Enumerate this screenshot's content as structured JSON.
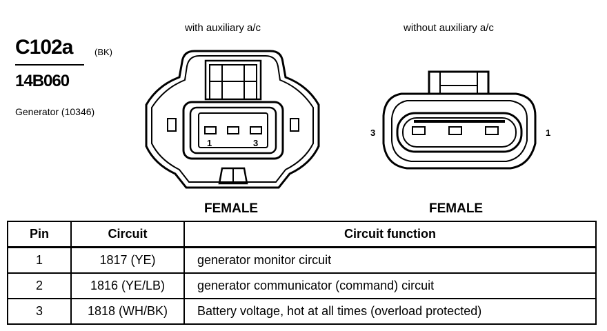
{
  "connector": {
    "id": "C102a",
    "color": "(BK)",
    "part_number": "14B060",
    "component": "Generator (10346)"
  },
  "views": [
    {
      "caption": "with auxiliary a/c",
      "gender": "FEMALE",
      "pin_labels": [
        "1",
        "3"
      ]
    },
    {
      "caption": "without auxiliary a/c",
      "gender": "FEMALE",
      "pin_labels": [
        "3",
        "1"
      ]
    }
  ],
  "table": {
    "headers": [
      "Pin",
      "Circuit",
      "Circuit function"
    ],
    "rows": [
      {
        "pin": "1",
        "circuit": "1817 (YE)",
        "function": "generator monitor circuit"
      },
      {
        "pin": "2",
        "circuit": "1816 (YE/LB)",
        "function": "generator communicator (command) circuit"
      },
      {
        "pin": "3",
        "circuit": "1818 (WH/BK)",
        "function": "Battery voltage, hot at all times (overload protected)"
      }
    ]
  }
}
